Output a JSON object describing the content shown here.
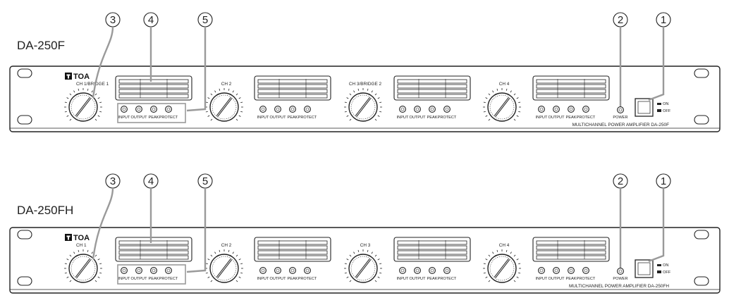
{
  "units": [
    {
      "model": "DA-250F",
      "brand": "TOA",
      "channels": [
        "CH 1/BRIDGE 1",
        "CH 2",
        "CH 3/BRIDGE 2",
        "CH 4"
      ],
      "indicators": [
        "INPUT",
        "OUTPUT",
        "PEAK",
        "PROTECT"
      ],
      "power_label": "POWER",
      "switch_on": "ON",
      "switch_off": "OFF",
      "footer": "MULTICHANNEL POWER AMPLIFIER  DA-250F",
      "callouts": [
        "③",
        "④",
        "⑤",
        "②",
        "①"
      ]
    },
    {
      "model": "DA-250FH",
      "brand": "TOA",
      "channels": [
        "CH 1",
        "CH 2",
        "CH 3",
        "CH 4"
      ],
      "indicators": [
        "INPUT",
        "OUTPUT",
        "PEAK",
        "PROTECT"
      ],
      "power_label": "POWER",
      "switch_on": "ON",
      "switch_off": "OFF",
      "footer": "MULTICHANNEL POWER AMPLIFIER  DA-250FH",
      "callouts": [
        "③",
        "④",
        "⑤",
        "②",
        "①"
      ]
    }
  ],
  "colors": {
    "line": "#222222",
    "callout_line": "#9a9a9a"
  },
  "icons": {
    "logo": "toa-logo-icon",
    "knob": "volume-knob-icon",
    "led": "led-indicator-icon"
  }
}
